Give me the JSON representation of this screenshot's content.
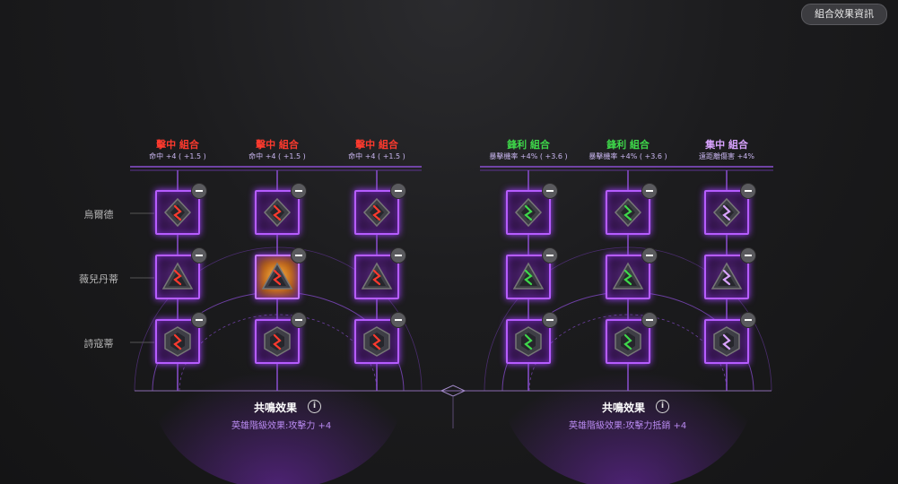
{
  "header": {
    "info_button_label": "組合效果資訊"
  },
  "row_labels": [
    "烏爾德",
    "薇兒丹蒂",
    "詩寇蒂"
  ],
  "colors": {
    "red": "#ff3a2e",
    "green": "#3ed84a",
    "purple": "#d9a3ff",
    "slot_border": "#b65cff"
  },
  "columns": [
    {
      "title": "擊中 組合",
      "stat": "命中 +4 ( +1.5 )",
      "rune_color": "red"
    },
    {
      "title": "擊中 組合",
      "stat": "命中 +4 ( +1.5 )",
      "rune_color": "red"
    },
    {
      "title": "擊中 組合",
      "stat": "命中 +4 ( +1.5 )",
      "rune_color": "red"
    },
    {
      "title": "鋒利 組合",
      "stat": "暴擊機率 +4% ( +3.6 )",
      "rune_color": "green"
    },
    {
      "title": "鋒利 組合",
      "stat": "暴擊機率 +4% ( +3.6 )",
      "rune_color": "green"
    },
    {
      "title": "集中 組合",
      "stat": "遠距離傷害 +4%",
      "rune_color": "purple"
    }
  ],
  "resonance": [
    {
      "title": "共鳴效果",
      "desc": "英雄階級效果:攻擊力 +4"
    },
    {
      "title": "共鳴效果",
      "desc": "英雄階級效果:攻擊力抵銷 +4"
    }
  ]
}
